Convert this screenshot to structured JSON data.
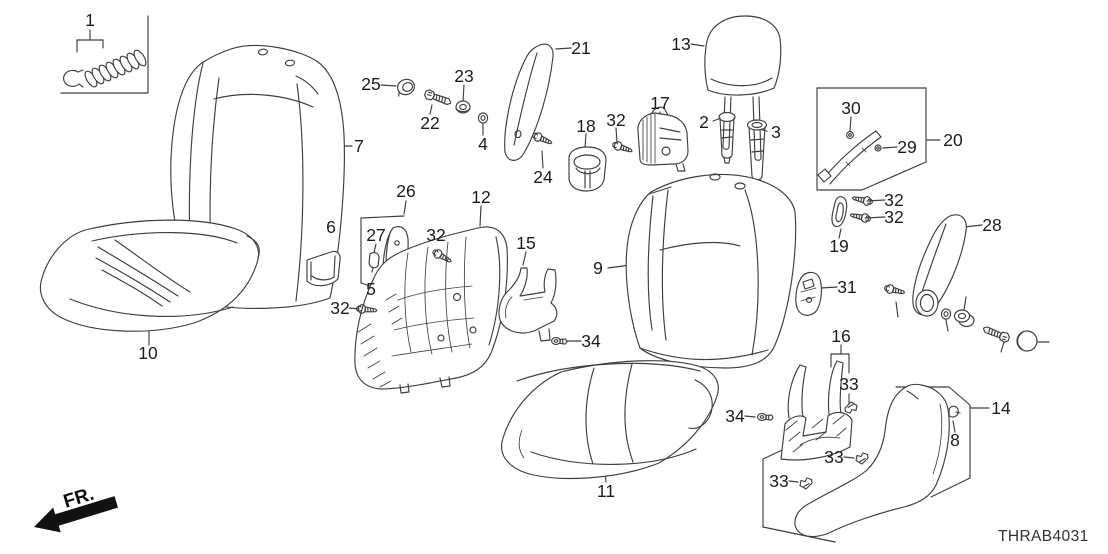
{
  "diagram": {
    "code": "THRAB4031",
    "front_label": "FR.",
    "callouts": {
      "n1": "1",
      "n2": "2",
      "n3": "3",
      "n4": "4",
      "n5": "5",
      "n6": "6",
      "n7": "7",
      "n8": "8",
      "n9": "9",
      "n10": "10",
      "n11": "11",
      "n12": "12",
      "n13": "13",
      "n14": "14",
      "n15": "15",
      "n16": "16",
      "n17": "17",
      "n18": "18",
      "n19": "19",
      "n20": "20",
      "n21": "21",
      "n22": "22",
      "n23": "23",
      "n24": "24",
      "n25": "25",
      "n26": "26",
      "n27": "27",
      "n28": "28",
      "n29": "29",
      "n30": "30",
      "n31": "31",
      "n32": "32",
      "n33": "33",
      "n34": "34"
    }
  }
}
